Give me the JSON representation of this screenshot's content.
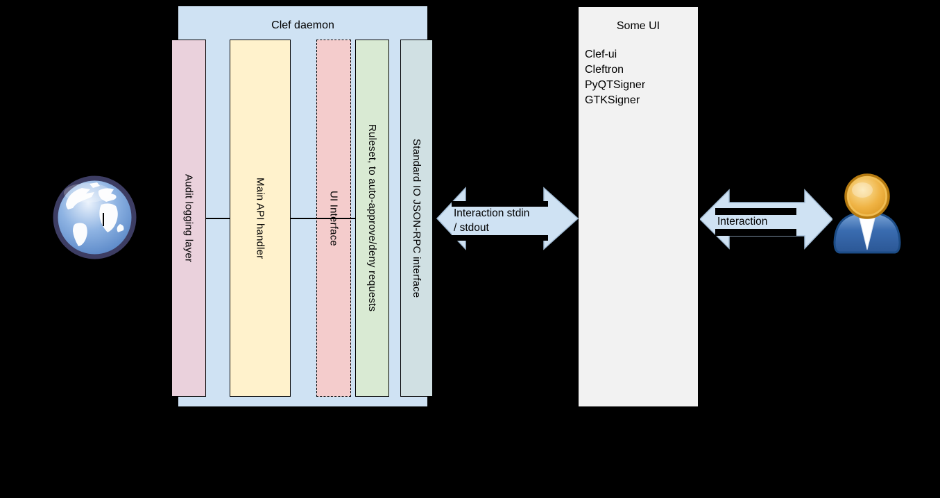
{
  "colors": {
    "background": "#000000",
    "clef_box_fill": "#cfe2f3",
    "audit_bar_fill": "#ead1dc",
    "api_bar_fill": "#fff2cc",
    "ui_interface_bar_fill": "#f4cccc",
    "ruleset_bar_fill": "#d9ead3",
    "stdio_bar_fill": "#d0e0e3",
    "some_ui_box_fill": "#f2f2f2",
    "arrow_fill": "#cfe2f3",
    "border": "#000000"
  },
  "clef_box": {
    "title": "Clef daemon",
    "bars": [
      {
        "label": "Audit logging layer"
      },
      {
        "label": "Main API handler"
      },
      {
        "label": "UI Interface"
      },
      {
        "label": "Ruleset, to auto-approve/deny requests"
      },
      {
        "label": "Standard IO JSON-RPC interface"
      }
    ]
  },
  "arrows": {
    "stdin_stdout": {
      "line1": "Interaction stdin",
      "line2": "/ stdout"
    },
    "interaction": {
      "label": "Interaction"
    }
  },
  "some_ui_box": {
    "title": "Some UI",
    "items": [
      "Clef-ui",
      "Cleftron",
      "PyQTSigner",
      "GTKSigner"
    ]
  },
  "icons": {
    "globe": "globe-icon",
    "user": "user-icon"
  }
}
